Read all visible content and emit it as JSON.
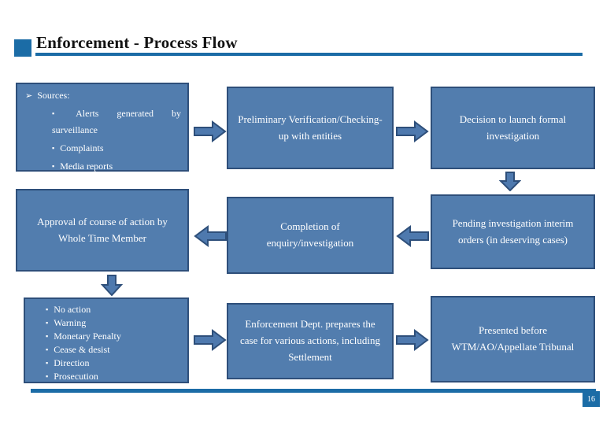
{
  "slide": {
    "title": "Enforcement - Process Flow",
    "page_number": "16"
  },
  "colors": {
    "box_fill": "#527dae",
    "box_border": "#2e4f7a",
    "arrow_fill": "#4e79ae",
    "arrow_border": "#2e4f7a",
    "accent": "#1b6ca6",
    "box_text": "#ffffff",
    "title_text": "#131313"
  },
  "flow": {
    "sources": {
      "bullet": "➢",
      "heading": "Sources:",
      "item_bullet": "▪",
      "items": [
        "Alerts generated by surveillance",
        "Complaints",
        "Media reports"
      ]
    },
    "preliminary": "Preliminary Verification/Checking-up with entities",
    "decision": "Decision to launch formal investigation",
    "pending": "Pending investigation interim orders (in deserving cases)",
    "completion": "Completion of enquiry/investigation",
    "approval": "Approval of course of action by Whole Time Member",
    "actions": {
      "item_bullet": "▪",
      "items": [
        "No action",
        "Warning",
        "Monetary Penalty",
        "Cease & desist",
        "Direction",
        "Prosecution"
      ]
    },
    "enforcement": "Enforcement Dept. prepares the case for various actions, including Settlement",
    "presented": "Presented before WTM/AO/Appellate Tribunal"
  }
}
